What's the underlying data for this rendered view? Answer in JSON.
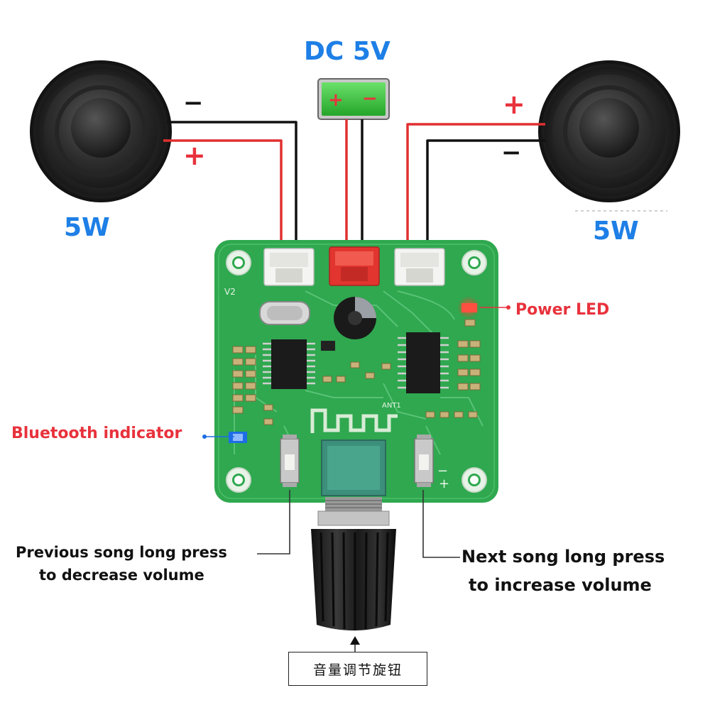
{
  "labels": {
    "dc_supply": "DC 5V",
    "left_speaker_power": "5W",
    "right_speaker_power": "5W",
    "power_led": "Power LED",
    "bluetooth_indicator": "Bluetooth indicator",
    "prev_song_line1": "Previous song long press",
    "prev_song_line2": "to decrease volume",
    "next_song_line1": "Next song long press",
    "next_song_line2": "to increase volume",
    "volume_knob_cn": "音量调节旋钮"
  },
  "polarity": {
    "plus": "+",
    "minus": "−"
  },
  "board_silkscreen": {
    "version": "V2",
    "antenna": "ANT1",
    "minus_key": "−",
    "plus_key": "+"
  },
  "colors": {
    "board_green": "#2fa84f",
    "wire_red": "#e03030",
    "wire_black": "#111111",
    "battery_green": "#37c23a",
    "label_blue": "#1e7fe6",
    "label_red": "#e8323c"
  }
}
